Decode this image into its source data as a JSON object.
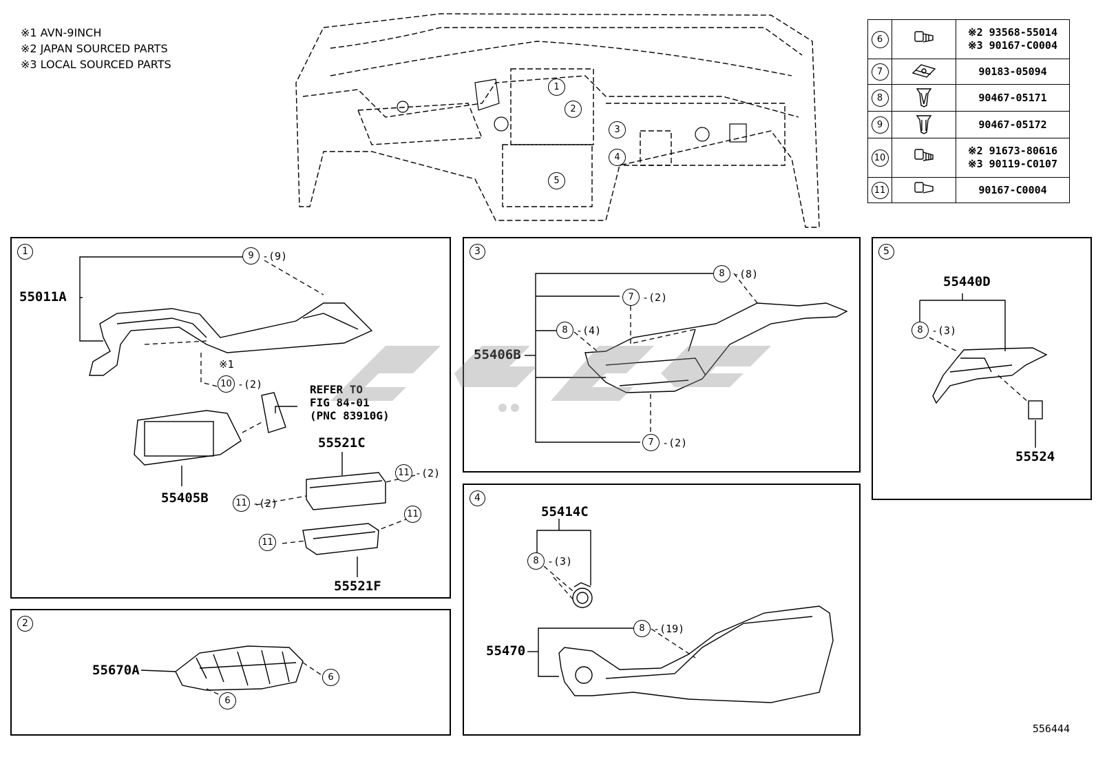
{
  "notes": [
    "※1 AVN-9INCH",
    "※2 JAPAN SOURCED PARTS",
    "※3 LOCAL SOURCED PARTS"
  ],
  "overview": {
    "markers": [
      "1",
      "2",
      "3",
      "4",
      "5"
    ]
  },
  "fastener_table": [
    {
      "index": "6",
      "icon": "bolt-icon",
      "parts": [
        "※2 93568-55014",
        "※3 90167-C0004"
      ]
    },
    {
      "index": "7",
      "icon": "nut-clip-icon",
      "parts": [
        "90183-05094"
      ]
    },
    {
      "index": "8",
      "icon": "clip-icon",
      "parts": [
        "90467-05171"
      ]
    },
    {
      "index": "9",
      "icon": "clip-icon",
      "parts": [
        "90467-05172"
      ]
    },
    {
      "index": "10",
      "icon": "bolt-icon",
      "parts": [
        "※2 91673-80616",
        "※3 90119-C0107"
      ]
    },
    {
      "index": "11",
      "icon": "bolt-icon",
      "parts": [
        "90167-C0004"
      ]
    }
  ],
  "panels": {
    "p1": {
      "label": "1",
      "parts": {
        "a": "55011A",
        "b": "55405B",
        "c": "55521C",
        "d": "55521F"
      },
      "callouts": {
        "c9": {
          "num": "9",
          "qty": "-(9)"
        },
        "c10": {
          "num": "10",
          "qty": "-(2)"
        },
        "c11a": {
          "num": "11",
          "qty": "-(2)"
        },
        "c11b": {
          "num": "11",
          "qty": "-(2)"
        },
        "c11c": {
          "num": "11",
          "qty": ""
        },
        "c11d": {
          "num": "11",
          "qty": ""
        }
      },
      "note": "※1",
      "refer": [
        "REFER TO",
        "FIG 84-01",
        "(PNC 83910G)"
      ]
    },
    "p2": {
      "label": "2",
      "parts": {
        "a": "55670A"
      },
      "callouts": {
        "c6a": {
          "num": "6"
        },
        "c6b": {
          "num": "6"
        }
      }
    },
    "p3": {
      "label": "3",
      "parts": {
        "a": "55406B"
      },
      "callouts": {
        "c8a": {
          "num": "8",
          "qty": "-(8)"
        },
        "c7a": {
          "num": "7",
          "qty": "-(2)"
        },
        "c8b": {
          "num": "8",
          "qty": "-(4)"
        },
        "c7b": {
          "num": "7",
          "qty": "-(2)"
        }
      }
    },
    "p4": {
      "label": "4",
      "parts": {
        "a": "55414C",
        "b": "55470"
      },
      "callouts": {
        "c8a": {
          "num": "8",
          "qty": "-(3)"
        },
        "c8b": {
          "num": "8",
          "qty": "-(19)"
        }
      }
    },
    "p5": {
      "label": "5",
      "parts": {
        "a": "55440D",
        "b": "55524"
      },
      "callouts": {
        "c8a": {
          "num": "8",
          "qty": "-(3)"
        }
      }
    }
  },
  "figure_number": "556444"
}
